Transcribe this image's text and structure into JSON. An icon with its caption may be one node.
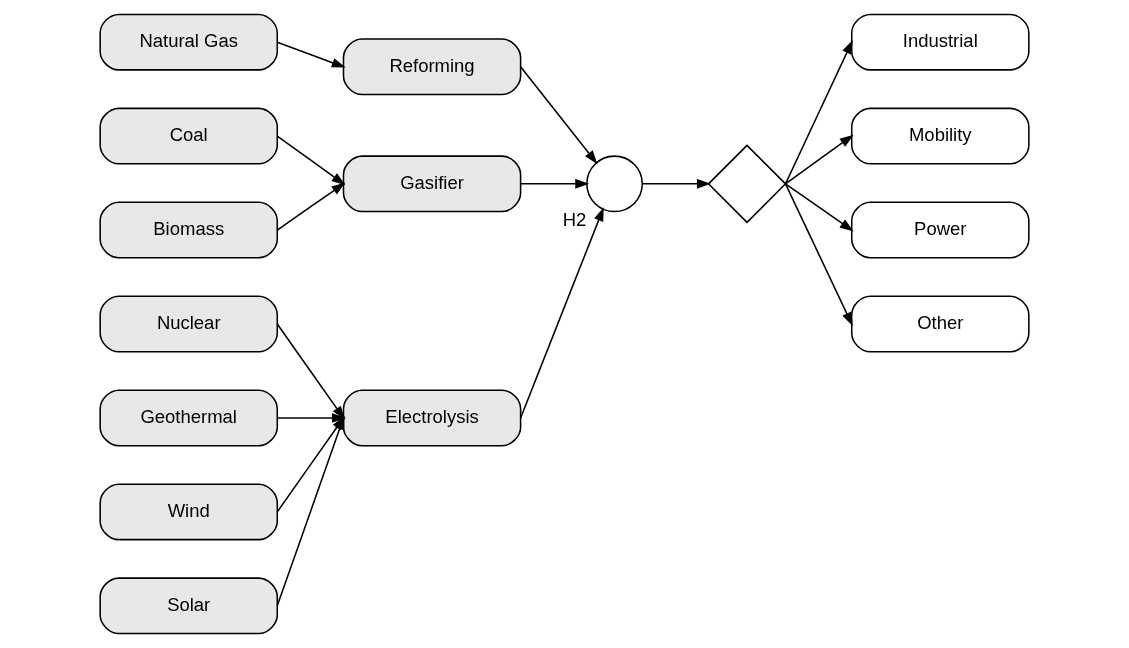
{
  "diagram": {
    "nodes": [
      {
        "text": [
          "Natural Gas"
        ]
      },
      {
        "text": [
          "Coal"
        ]
      },
      {
        "text": [
          "Biomass"
        ]
      },
      {
        "text": [
          "Nuclear"
        ]
      },
      {
        "text": [
          "Geothermal"
        ]
      },
      {
        "text": [
          "Wind"
        ]
      },
      {
        "text": [
          "Solar"
        ]
      },
      {
        "text": [
          "Reforming"
        ]
      },
      {
        "text": [
          "Gasifier"
        ]
      },
      {
        "text": [
          "Electrolysis"
        ]
      },
      {
        "text": [],
        "shape": "circle",
        "beside": [
          "H2"
        ]
      },
      {
        "text": [],
        "shape": "diamond"
      },
      {
        "text": [
          "Industrial"
        ]
      },
      {
        "text": [
          "Mobility"
        ]
      },
      {
        "text": [
          "Power"
        ]
      },
      {
        "text": [
          "Other"
        ]
      }
    ],
    "edges": [
      {
        "from": 0,
        "to": 7,
        "arrow": "to"
      },
      {
        "from": 1,
        "to": 8,
        "arrow": "to"
      },
      {
        "from": 2,
        "to": 8,
        "arrow": "to"
      },
      {
        "from": 3,
        "to": 9,
        "arrow": "to"
      },
      {
        "from": 4,
        "to": 9,
        "arrow": "to"
      },
      {
        "from": 5,
        "to": 9,
        "arrow": "to"
      },
      {
        "from": 6,
        "to": 9,
        "arrow": "to"
      },
      {
        "from": 7,
        "to": 10,
        "arrow": "to"
      },
      {
        "from": 8,
        "to": 10,
        "arrow": "to"
      },
      {
        "from": 9,
        "to": 10,
        "arrow": "to"
      },
      {
        "from": 10,
        "to": 11,
        "arrow": "to"
      },
      {
        "from": 11,
        "to": 12,
        "arrow": "to"
      },
      {
        "from": 11,
        "to": 13,
        "arrow": "to"
      },
      {
        "from": 11,
        "to": 14,
        "arrow": "to"
      },
      {
        "from": 11,
        "to": 15,
        "arrow": "to"
      }
    ]
  }
}
